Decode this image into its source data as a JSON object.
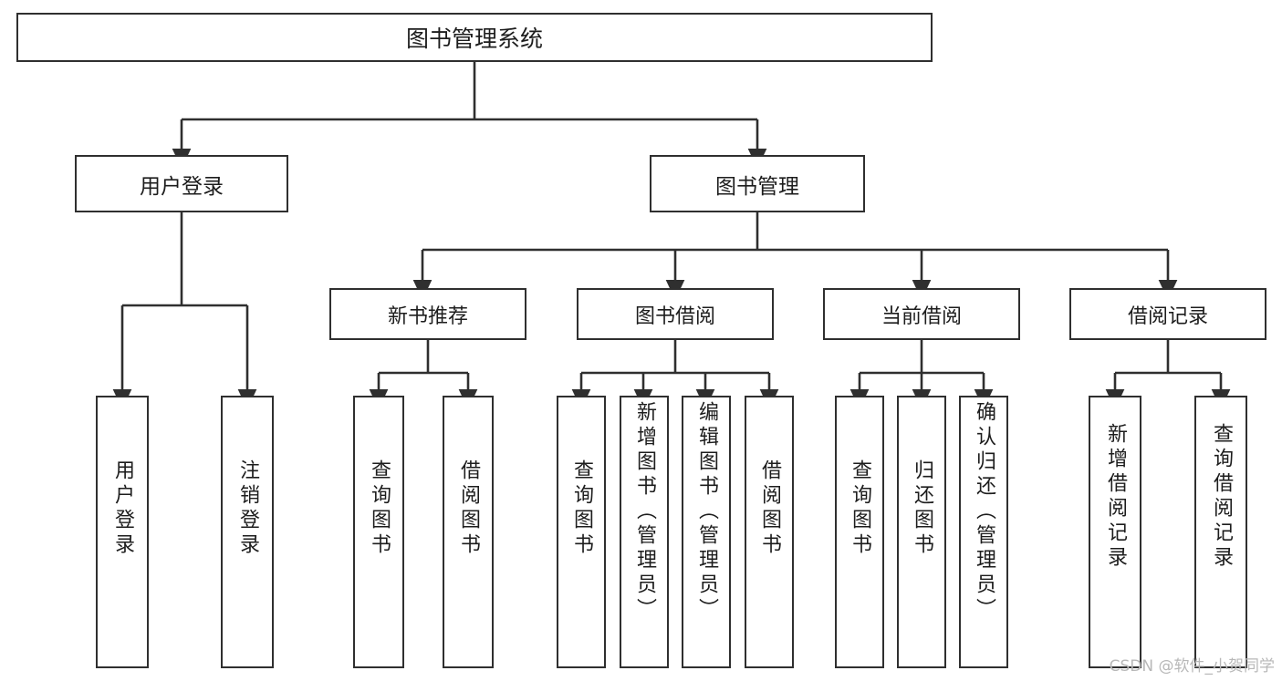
{
  "diagram": {
    "title": "图书管理系统",
    "type": "hierarchy-tree",
    "colors": {
      "box_border": "#2f2f2f",
      "box_fill": "#ffffff",
      "connector": "#2f2f2f",
      "text": "#1d1d1d",
      "watermark": "#b8b8b8",
      "background": "#ffffff"
    }
  },
  "root": {
    "label": "图书管理系统"
  },
  "tier2": [
    {
      "label": "用户登录"
    },
    {
      "label": "图书管理"
    }
  ],
  "tier3": [
    {
      "label": "新书推荐"
    },
    {
      "label": "图书借阅"
    },
    {
      "label": "当前借阅"
    },
    {
      "label": "借阅记录"
    }
  ],
  "leaves": {
    "user_login": [
      {
        "label": "用户登录"
      },
      {
        "label": "注销登录"
      }
    ],
    "new_book_recommend": [
      {
        "label": "查询图书"
      },
      {
        "label": "借阅图书"
      }
    ],
    "book_borrow": [
      {
        "label": "查询图书"
      },
      {
        "label": "新增图书（管理员）"
      },
      {
        "label": "编辑图书（管理员）"
      },
      {
        "label": "借阅图书"
      }
    ],
    "current_borrow": [
      {
        "label": "查询图书"
      },
      {
        "label": "归还图书"
      },
      {
        "label": "确认归还（管理员）"
      }
    ],
    "borrow_records": [
      {
        "label": "新增借阅记录"
      },
      {
        "label": "查询借阅记录"
      }
    ]
  },
  "watermark": {
    "text": "CSDN @软件_小贺同学"
  }
}
